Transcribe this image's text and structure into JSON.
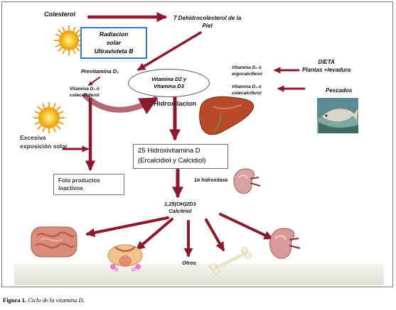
{
  "diagram": {
    "colesterol": "Colesterol",
    "radiacion": [
      "Radiacion",
      "solar",
      "Ultravioleta  B"
    ],
    "dehidro": [
      "7 Dehidrocolesterol de la",
      "Piel"
    ],
    "previtamina": "Previtamina D₃",
    "vitd3_left": [
      "Vitamina D₃ ó",
      "colecalciferol"
    ],
    "vitd_ellipse": [
      "Vitamina D2 y",
      "Vitamina D3"
    ],
    "hidroxilacion": "Hidroxilacion",
    "dieta": [
      "DIETA",
      "Plantas +levadura"
    ],
    "vitd2_right": [
      "Vitamina D₂ ó",
      "ergocalciferol"
    ],
    "vitd3_right": [
      "Vitamina D₃ ó",
      "colecalciferol"
    ],
    "pescados": "Pescados",
    "excesiva": [
      "Excesiva",
      "exposición solar"
    ],
    "hidroxivitamina": [
      "25 Hidroxivitamina D",
      "(Ercalcidiol y Calcidiol)"
    ],
    "foto": [
      "Foto productos",
      "inactivos"
    ],
    "alfa": "1α hidroxilasa",
    "calcitriol": [
      "1,25(OH)2D3",
      "Calcitriol"
    ],
    "otros": "Otros"
  },
  "caption": {
    "label": "Figura 1.",
    "text": "Ciclo de la vitamina D."
  },
  "colors": {
    "arrow": "#8b1a2e",
    "box_border_blue": "#3a7ac8",
    "sun": "#f2b21a",
    "liver": "#b84a2a",
    "kidney": "#c98a8a"
  }
}
